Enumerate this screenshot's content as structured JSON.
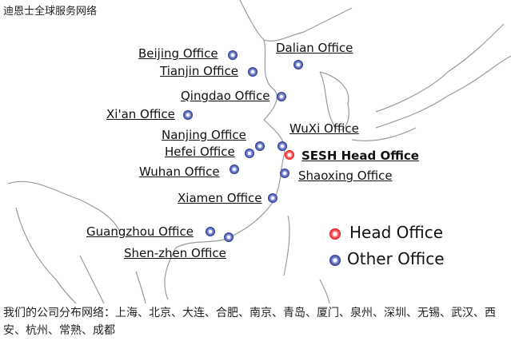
{
  "title": "迪恩士全球服务网络",
  "offices": [
    {
      "name": "Beijing Office",
      "type": "other"
    },
    {
      "name": "Tianjin Office",
      "type": "other"
    },
    {
      "name": "Dalian Office",
      "type": "other"
    },
    {
      "name": "Qingdao Office",
      "type": "other"
    },
    {
      "name": "Xi'an Office",
      "type": "other"
    },
    {
      "name": "Nanjing Office",
      "type": "other"
    },
    {
      "name": "Hefei Office",
      "type": "other"
    },
    {
      "name": "WuXi Office",
      "type": "other"
    },
    {
      "name": "SESH Head Office",
      "type": "head"
    },
    {
      "name": "Wuhan Office",
      "type": "other"
    },
    {
      "name": "Shaoxing Office",
      "type": "other"
    },
    {
      "name": "Xiamen Office",
      "type": "other"
    },
    {
      "name": "Guangzhou Office",
      "type": "other"
    },
    {
      "name": "Shen-zhen Office",
      "type": "other"
    }
  ],
  "legend": {
    "head": "Head Office",
    "other": "Other Office"
  },
  "colors": {
    "head": "#e00010",
    "other": "#2b3590"
  },
  "footer": "我们的公司分布网络：上海、北京、大连、合肥、南京、青岛、厦门、泉州、深圳、无锡、武汉、西安、杭州、常熟、成都"
}
